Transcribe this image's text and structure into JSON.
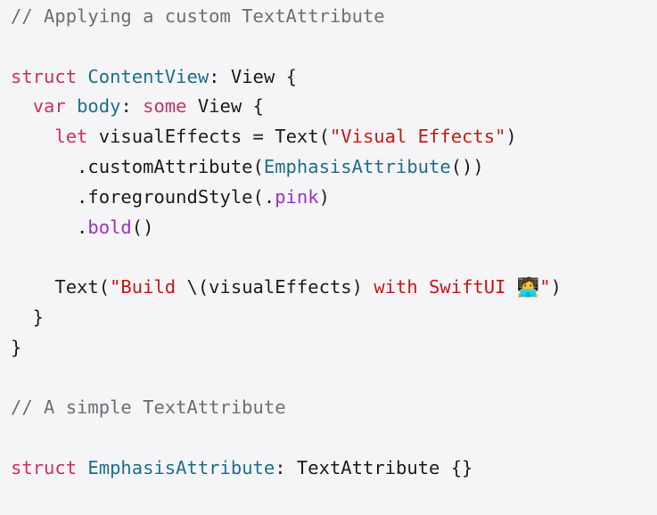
{
  "colors": {
    "background": "#f5f5f7",
    "plain": "#1d1d1f",
    "comment": "#6e6e73",
    "keyword": "#d12f5f",
    "type": "#1f6f8b",
    "string": "#c41a16",
    "member": "#9b30c9"
  },
  "code_lines": [
    [
      {
        "t": "comment",
        "v": "// Applying a custom TextAttribute"
      }
    ],
    [],
    [
      {
        "t": "keyword",
        "v": "struct"
      },
      {
        "t": "plain",
        "v": " "
      },
      {
        "t": "type",
        "v": "ContentView"
      },
      {
        "t": "plain",
        "v": ": View {"
      }
    ],
    [
      {
        "t": "plain",
        "v": "  "
      },
      {
        "t": "keyword",
        "v": "var"
      },
      {
        "t": "plain",
        "v": " "
      },
      {
        "t": "type",
        "v": "body"
      },
      {
        "t": "plain",
        "v": ": "
      },
      {
        "t": "keyword",
        "v": "some"
      },
      {
        "t": "plain",
        "v": " View {"
      }
    ],
    [
      {
        "t": "plain",
        "v": "    "
      },
      {
        "t": "keyword",
        "v": "let"
      },
      {
        "t": "plain",
        "v": " visualEffects = Text("
      },
      {
        "t": "string",
        "v": "\"Visual Effects\""
      },
      {
        "t": "plain",
        "v": ")"
      }
    ],
    [
      {
        "t": "plain",
        "v": "      .customAttribute("
      },
      {
        "t": "type",
        "v": "EmphasisAttribute"
      },
      {
        "t": "plain",
        "v": "())"
      }
    ],
    [
      {
        "t": "plain",
        "v": "      .foregroundStyle(."
      },
      {
        "t": "member",
        "v": "pink"
      },
      {
        "t": "plain",
        "v": ")"
      }
    ],
    [
      {
        "t": "plain",
        "v": "      ."
      },
      {
        "t": "member",
        "v": "bold"
      },
      {
        "t": "plain",
        "v": "()"
      }
    ],
    [],
    [
      {
        "t": "plain",
        "v": "    Text("
      },
      {
        "t": "string",
        "v": "\"Build "
      },
      {
        "t": "plain",
        "v": "\\(visualEffects)"
      },
      {
        "t": "string",
        "v": " with SwiftUI 🧑‍💻\""
      },
      {
        "t": "plain",
        "v": ")"
      }
    ],
    [
      {
        "t": "plain",
        "v": "  }"
      }
    ],
    [
      {
        "t": "plain",
        "v": "}"
      }
    ],
    [],
    [
      {
        "t": "comment",
        "v": "// A simple TextAttribute"
      }
    ],
    [],
    [
      {
        "t": "keyword",
        "v": "struct"
      },
      {
        "t": "plain",
        "v": " "
      },
      {
        "t": "type",
        "v": "EmphasisAttribute"
      },
      {
        "t": "plain",
        "v": ": TextAttribute {}"
      }
    ]
  ]
}
